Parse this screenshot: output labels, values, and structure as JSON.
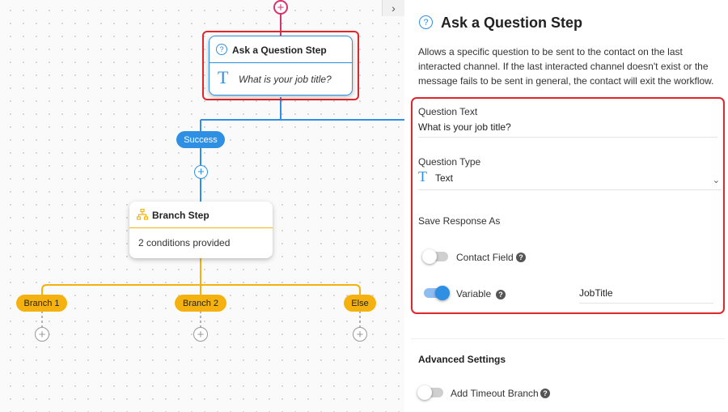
{
  "canvas": {
    "question_node": {
      "title": "Ask a Question Step",
      "question": "What is your job title?"
    },
    "success_label": "Success",
    "branch_node": {
      "title": "Branch Step",
      "body": "2 conditions provided"
    },
    "branches": [
      "Branch 1",
      "Branch 2",
      "Else"
    ]
  },
  "panel": {
    "title": "Ask a Question Step",
    "description": "Allows a specific question to be sent to the contact on the last interacted channel. If the last interacted channel doesn't exist or the message fails to be sent in general, the contact will exit the workflow.",
    "question_text_label": "Question Text",
    "question_text_value": "What is your job title?",
    "question_type_label": "Question Type",
    "question_type_value": "Text",
    "save_response_label": "Save Response As",
    "contact_field_label": "Contact Field",
    "variable_label": "Variable",
    "variable_value": "JobTitle",
    "advanced_settings_label": "Advanced Settings",
    "timeout_label": "Add Timeout Branch"
  },
  "icons": {
    "question": "question-circle-icon",
    "text_type": "text-t-icon",
    "branch": "branch-tree-icon",
    "add": "plus-circle-icon",
    "chevron": "chevron-down-icon",
    "collapse": "chevron-right-icon",
    "help": "help-icon"
  },
  "toggles": {
    "contact_field": false,
    "variable": true,
    "timeout_branch": false
  },
  "colors": {
    "accent_blue": "#2f8fe3",
    "branch_yellow": "#f5b20f",
    "highlight_red": "#e0262b",
    "entry_pink": "#d6336c"
  }
}
